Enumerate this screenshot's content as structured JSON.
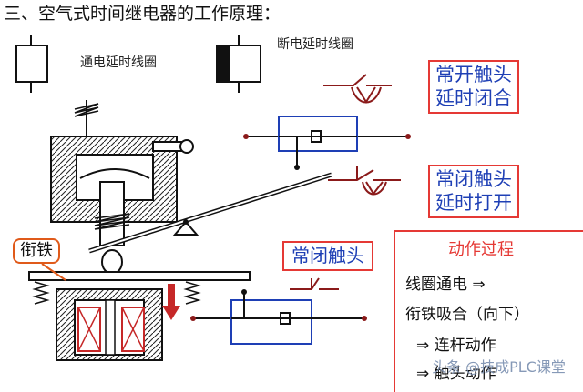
{
  "title": "三、空气式时间继电器的工作原理：",
  "symbols": {
    "on_delay_coil": "通电延时线圈",
    "off_delay_coil": "断电延时线圈"
  },
  "contacts": {
    "no_delay_close": [
      "常开触头",
      "延时闭合"
    ],
    "nc_delay_open": [
      "常闭触头",
      "延时打开"
    ],
    "nc_instant": "常闭触头"
  },
  "armature_label": "衔铁",
  "process": {
    "title": "动作过程",
    "steps": [
      "线圈通电 ⇒",
      "衔铁吸合（向下）",
      "⇒ 连杆动作",
      "⇒ 触头动作"
    ]
  },
  "watermark": "头条 @技成PLC课堂",
  "colors": {
    "accent_red": "#e53935",
    "accent_blue": "#1e3fb5",
    "contact_line": "#8b1a1a",
    "armature_border": "#e05a1a"
  }
}
